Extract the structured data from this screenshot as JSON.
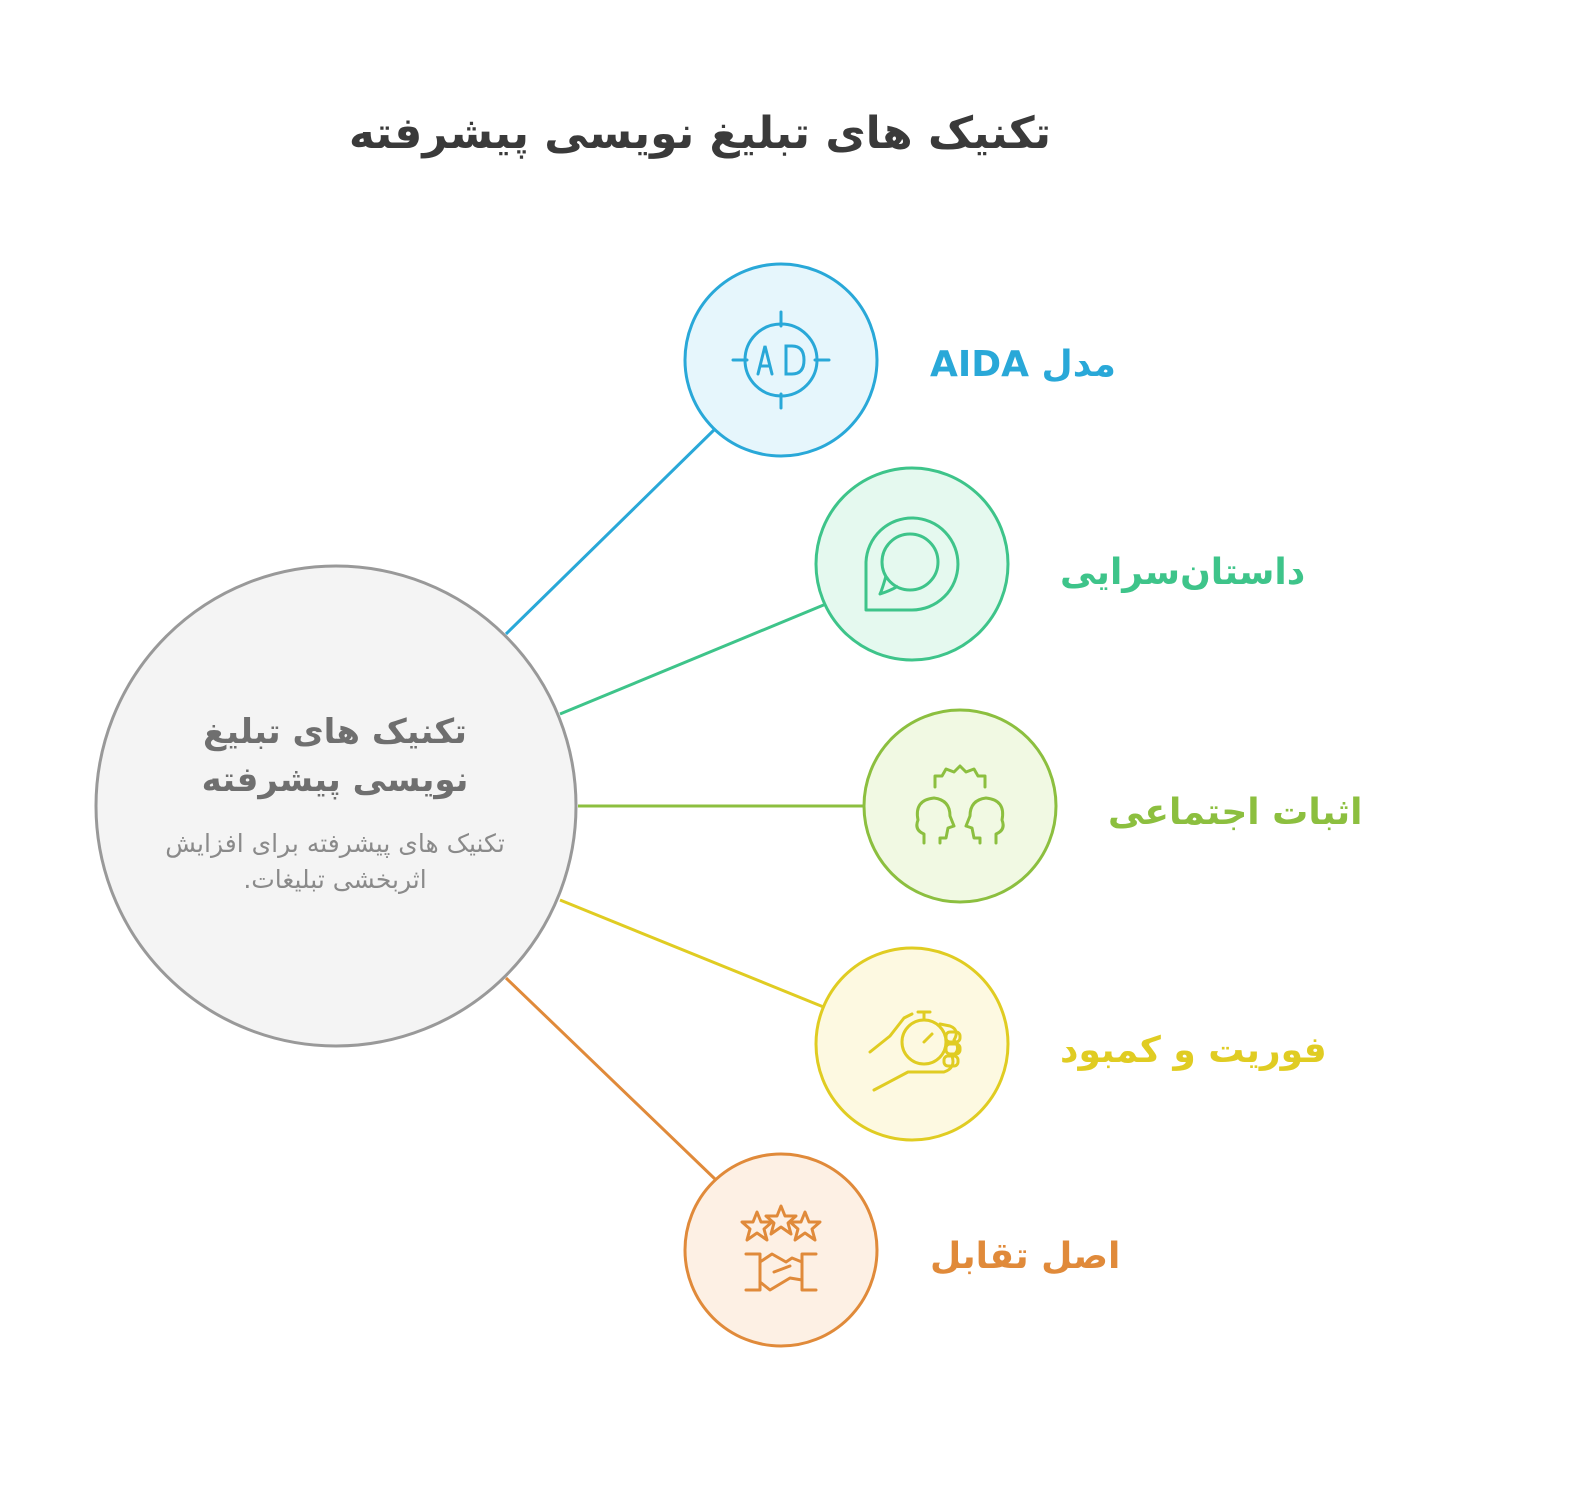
{
  "title": "تکنیک های تبلیغ نویسی پیشرفته",
  "center": {
    "title": "تکنیک های تبلیغ نویسی پیشرفته",
    "description": "تکنیک های پیشرفته برای افزایش اثربخشی تبلیغات."
  },
  "nodes": [
    {
      "label": "مدل AIDA",
      "icon": "aida-target-icon",
      "color": "#29a8d8",
      "fill": "#e6f6fc"
    },
    {
      "label": "داستان‌سرایی",
      "icon": "chat-bubbles-icon",
      "color": "#3ec48a",
      "fill": "#e5f9ef"
    },
    {
      "label": "اثبات اجتماعی",
      "icon": "people-gear-icon",
      "color": "#8cbf3f",
      "fill": "#f1f9e3"
    },
    {
      "label": "فوریت و کمبود",
      "icon": "hand-stopwatch-icon",
      "color": "#e0cc22",
      "fill": "#fdf9e1"
    },
    {
      "label": "اصل تقابل",
      "icon": "stars-handshake-icon",
      "color": "#e08a3a",
      "fill": "#fdf0e4"
    }
  ]
}
